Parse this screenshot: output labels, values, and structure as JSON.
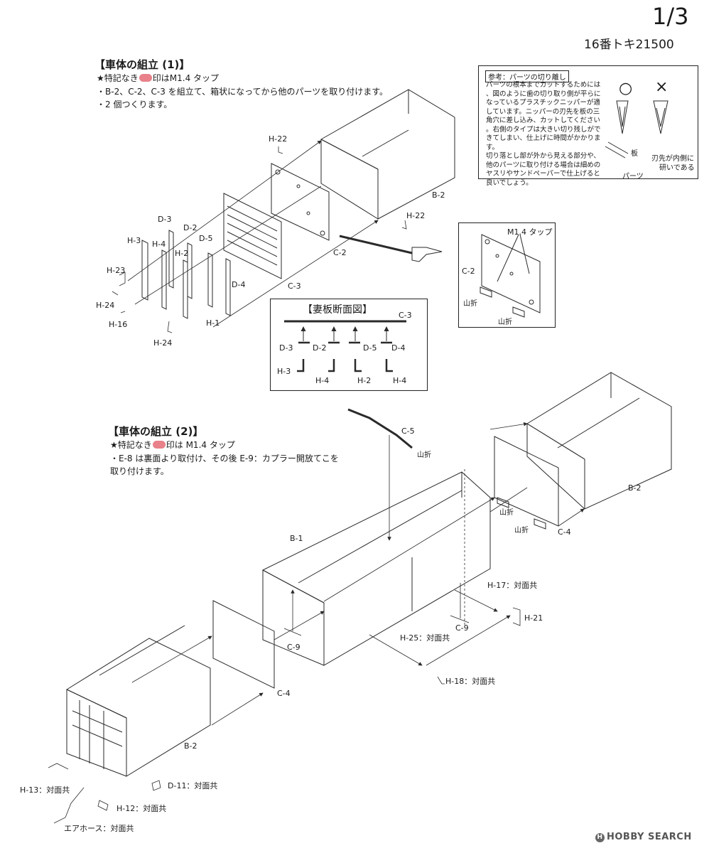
{
  "header": {
    "page_number": "1/3",
    "model": "16番トキ21500"
  },
  "section1": {
    "title": "【車体の組立 (1)】",
    "note_star_a": "★特記なき",
    "note_star_b": "印はM1.4 タップ",
    "note_2": "・B-2、C-2、C-3 を組立て、箱状になってから他のパーツを取り付けます。",
    "note_3": "・2 個つくります。"
  },
  "section2": {
    "title": "【車体の組立 (2)】",
    "note_star_a": "★特記なき",
    "note_star_b": "印は M1.4 タップ",
    "note_2": "・E-8 は裏面より取付け、その後 E-9：カプラー開放てこを",
    "note_3": "取り付けます。"
  },
  "reference": {
    "heading": "参考：パーツの切り離し",
    "text": "パーツの根本までカットするためには\n、図のように歯の切り取り側が平らに\nなっているプラスチックニッパーが適\nしています。ニッパーの刃先を板の三\n角穴に差し込み、カットしてください\n。右側のタイプは大きい切り残しがで\nきてしまい、仕上げに時間がかかりま\nす。\n切り落とし部が外から見える部分や、\n他のパーツに取り付ける場合は細めの\nヤスリやサンドペーパーで仕上げると\n良いでしょう。",
    "good_mark": "○",
    "bad_mark": "×",
    "board_label": "板",
    "part_label": "パーツ",
    "blade_note_1": "刃先が内側に",
    "blade_note_2": "研いである"
  },
  "section_view": {
    "title": "【妻板断面図】",
    "top_label": "C-3",
    "upper_labels": [
      "D-3",
      "D-2",
      "D-5",
      "D-4"
    ],
    "lower_labels": [
      "H-3",
      "H-4",
      "H-2",
      "H-4"
    ]
  },
  "detail": {
    "tap_label": "M1.4 タップ",
    "part_label": "C-2",
    "fold_label_1": "山折",
    "fold_label_2": "山折"
  },
  "labels1": {
    "h22_top": "H-22",
    "b2": "B-2",
    "h22_mid": "H-22",
    "d3": "D-3",
    "d2": "D-2",
    "h3": "H-3",
    "h4": "H-4",
    "d5": "D-5",
    "h2": "H-2",
    "c2": "C-2",
    "h23": "H-23",
    "d4": "D-4",
    "c3": "C-3",
    "h24a": "H-24",
    "h16": "H-16",
    "h1": "H-1",
    "h24b": "H-24"
  },
  "labels2": {
    "c5": "C-5",
    "fold_c5": "山折",
    "b2_right": "B-2",
    "fold_right_1": "山折",
    "fold_right_2": "山折",
    "c4_right": "C-4",
    "b1": "B-1",
    "h17": "H-17：対面共",
    "h21": "H-21",
    "c9_right": "C-9",
    "h25": "H-25：対面共",
    "c9_left": "C-9",
    "h18": "H-18：対面共",
    "c4_left": "C-4",
    "b2_left": "B-2",
    "d11": "D-11：対面共",
    "h13": "H-13：対面共",
    "h12": "H-12：対面共",
    "air_hose": "エアホース：対面共"
  },
  "watermark": {
    "mark": "H",
    "text": "HOBBY SEARCH"
  },
  "colors": {
    "line": "#2a2a2a",
    "tap_marker": "#e8818a"
  }
}
